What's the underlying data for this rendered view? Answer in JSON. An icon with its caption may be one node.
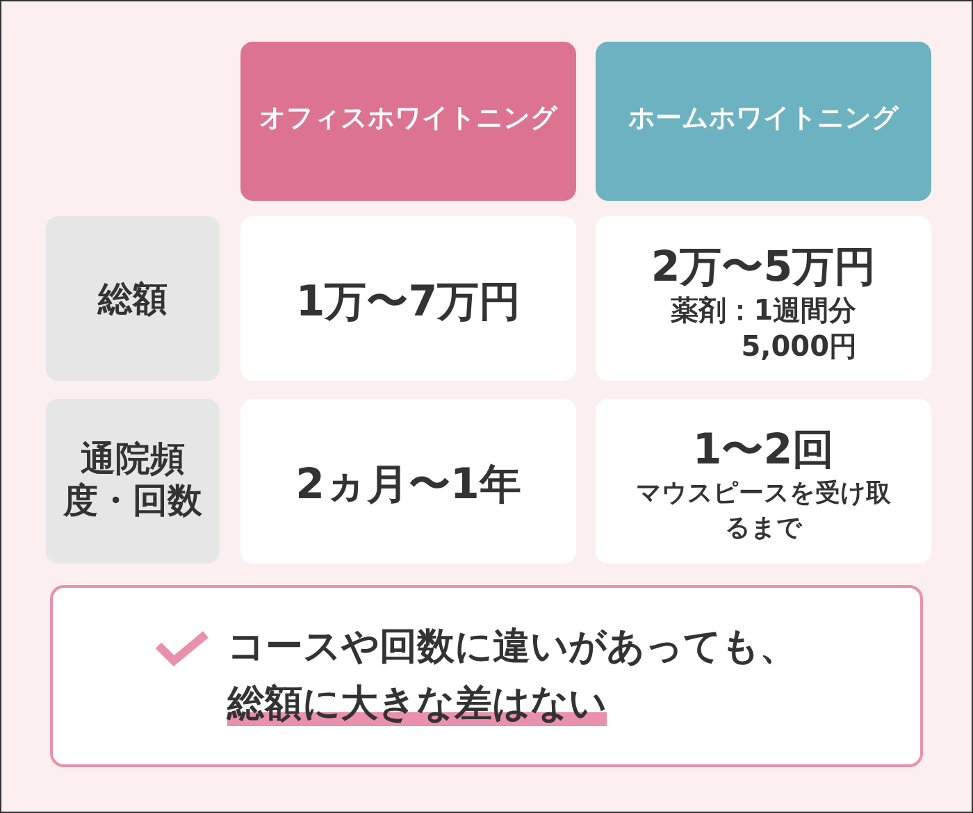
{
  "diagram": {
    "labels": [
      "オフィスホワイトニング",
      "ホームホワイトニング",
      "総額",
      "1万〜7万円",
      "2万〜5万円",
      "薬剤：1週間分",
      "5,000円",
      "通院頻度・回数",
      "2ヵ月〜1年",
      "1〜2回",
      "マウスピースを受け取るまで",
      "コースや回数に違いがあっても、",
      "総額に大きな差はない"
    ]
  }
}
